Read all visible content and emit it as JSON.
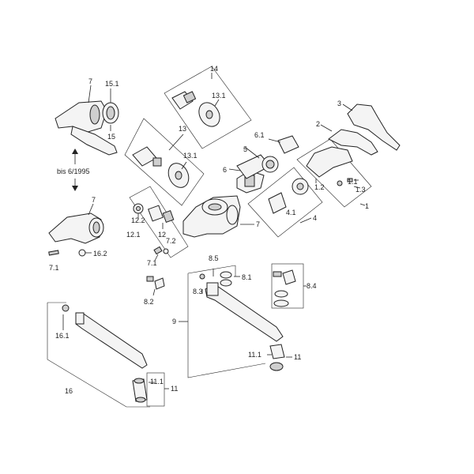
{
  "diagram": {
    "labels": {
      "l1": "1",
      "l1_1": "1.1",
      "l1_2": "1.2",
      "l1_3": "1.3",
      "l2": "2",
      "l3": "3",
      "l4": "4",
      "l4_1": "4.1",
      "l5": "5",
      "l6": "6",
      "l6_1": "6.1",
      "l7a": "7",
      "l7b": "7",
      "l7c": "7",
      "l7_1": "7.1",
      "l7_1b": "7.1",
      "l7_2": "7.2",
      "l8_2": "8.2",
      "l8_3": "8.3",
      "l8_4": "8.4",
      "l8_5": "8.5",
      "l8_1": "8.1",
      "l9": "9",
      "l11a": "11",
      "l11b": "11",
      "l11_1a": "11.1",
      "l11_1b": "11.1",
      "l12": "12",
      "l12_1": "12.1",
      "l12_2": "12.2",
      "l13": "13",
      "l13_1a": "13.1",
      "l13_1b": "13.1",
      "l14": "14",
      "l15": "15",
      "l15_1": "15.1",
      "l16": "16",
      "l16_1": "16.1",
      "l16_2": "16.2"
    },
    "note": "bis 6/1995"
  }
}
